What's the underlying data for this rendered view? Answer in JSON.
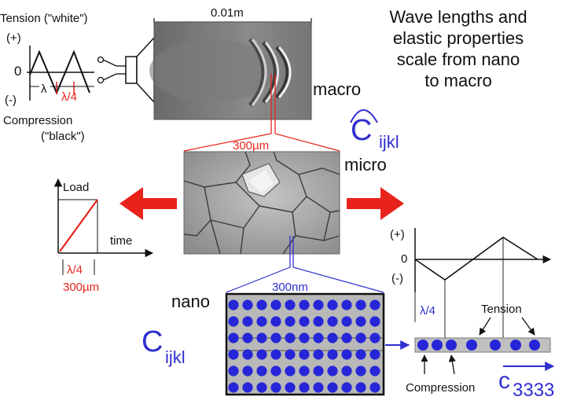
{
  "headline": {
    "lines": [
      "Wave lengths and",
      "elastic properties",
      "scale from nano",
      "to macro"
    ]
  },
  "scales": {
    "macro_scale": "0.01m",
    "micro_scale": "300µm",
    "nano_scale": "300nm",
    "macro_label": "macro",
    "micro_label": "micro",
    "nano_label": "nano"
  },
  "wave_inset": {
    "tension_label": "Tension (\"white\")",
    "plus": "(+)",
    "zero": "0",
    "minus": "(-)",
    "lambda_label": "λ",
    "quarter_lambda": "λ/4",
    "compression_label": "Compression",
    "black_label": "(\"black\")"
  },
  "tensor": {
    "hat_symbol": "C",
    "hat_sub": "ijkl",
    "nano_symbol": "C",
    "nano_sub": "ijkl",
    "c3333_symbol": "c",
    "c3333_sub": "3333"
  },
  "load_plot": {
    "ylabel": "Load",
    "xlabel": "time",
    "quarter_lambda": "λ/4",
    "length": "300µm"
  },
  "right_wave": {
    "plus": "(+)",
    "zero": "0",
    "minus": "(-)",
    "quarter_lambda": "λ/4",
    "tension_label": "Tension",
    "compression_label": "Compression"
  },
  "colors": {
    "red": "#e8231c",
    "blue": "#2f2fd0",
    "text": "#111111",
    "gray": "#b4b4b4"
  }
}
